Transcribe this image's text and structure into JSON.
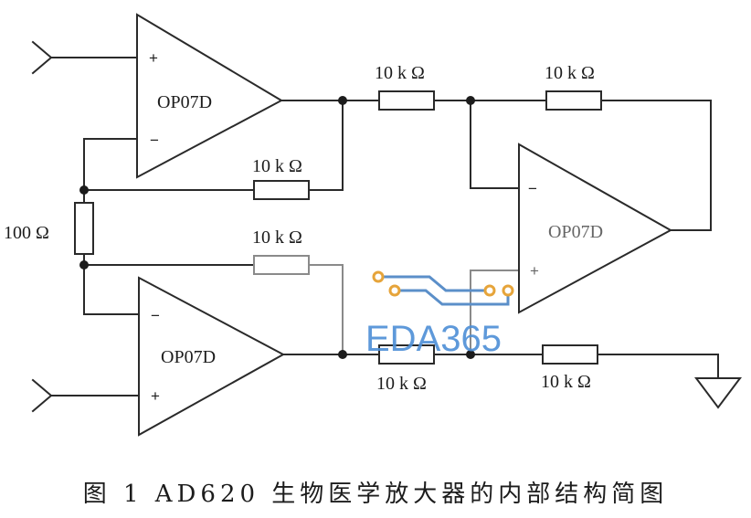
{
  "opamps": [
    {
      "id": "top",
      "label": "OP07D",
      "plus": "+",
      "minus": "−"
    },
    {
      "id": "bottom",
      "label": "OP07D",
      "plus": "+",
      "minus": "−"
    },
    {
      "id": "right",
      "label": "OP07D",
      "plus": "+",
      "minus": "−"
    }
  ],
  "resistors": {
    "gain_feedback_top": "10 k Ω",
    "gain_feedback_bottom": "10 k Ω",
    "gain_set": "100 Ω",
    "diff_input_top": "10 k Ω",
    "diff_feedback": "10 k Ω",
    "diff_input_bottom": "10 k Ω",
    "diff_ground": "10 k Ω"
  },
  "watermark": {
    "text": "EDA365",
    "colors": {
      "trace": "#5b8fc9",
      "pad": "#e6a43a",
      "text": "#4d8fd6"
    }
  },
  "caption": "图 1   AD620 生物医学放大器的内部结构简图"
}
